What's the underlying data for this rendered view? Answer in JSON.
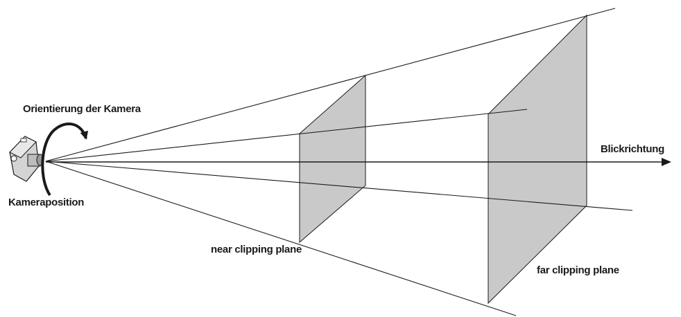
{
  "labels": {
    "camera_orientation": "Orientierung der Kamera",
    "camera_position": "Kameraposition",
    "near_plane": "near clipping plane",
    "far_plane": "far clipping plane",
    "view_direction": "Blickrichtung"
  },
  "colors": {
    "plane_fill": "#c9c9c9",
    "line": "#1a1a1a",
    "camera_body": "#d4d4d4"
  }
}
